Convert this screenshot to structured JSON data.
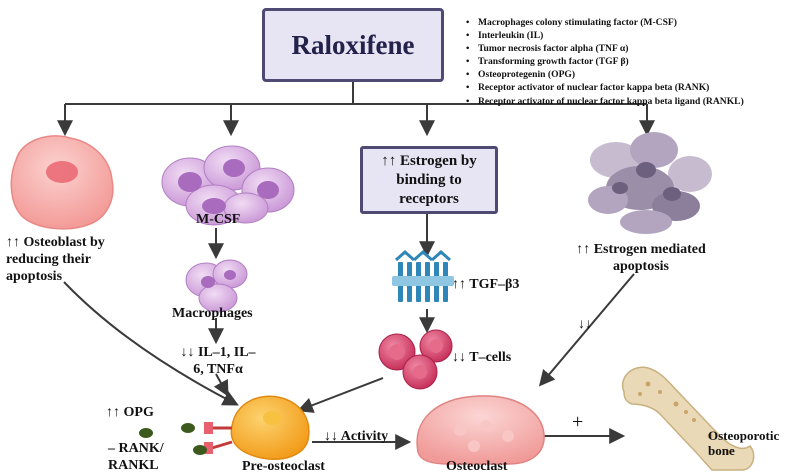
{
  "title": "Raloxifene",
  "legend": [
    "Macrophages colony stimulating factor (M-CSF)",
    "Interleukin (IL)",
    "Tumor necrosis factor alpha (TNF α)",
    "Transforming growth factor (TGF β)",
    "Osteoprotegenin (OPG)",
    "Receptor activator of nuclear factor kappa beta (RANK)",
    "Receptor activator of nuclear factor kappa beta ligand (RANKL)"
  ],
  "estrogen_box": "↑↑ Estrogen by binding to receptors",
  "labels": {
    "osteoblast": "↑↑ Osteoblast by reducing their apoptosis",
    "mcsf": "M-CSF",
    "macrophages": "Macrophages",
    "il": "↓↓ IL–1, IL–6, TNFα",
    "tgf": "↑↑ TGF–β3",
    "tcells": "↓↓ T–cells",
    "estrogen_apoptosis": "↑↑ Estrogen mediated apoptosis",
    "down_arrows": "↓↓",
    "opg": "↑↑ OPG",
    "rank": "– RANK/ RANKL",
    "activity": "↓↓ Activity",
    "pre_osteoclast": "Pre-osteoclast",
    "osteoclast": "Osteoclast",
    "plus": "+",
    "osteoporotic": "Osteoporotic bone"
  },
  "colors": {
    "box_fill": "#e7e4f3",
    "box_border": "#4e4a73",
    "arrow": "#3a3a3a",
    "osteoblast": "#f6a9a6",
    "macrophage": "#dcb5e3",
    "tcell": "#d8406a",
    "receptor": "#2f86b8",
    "apoptotic": "#9a8ea8",
    "preosteoclast": "#f5a623",
    "osteoclast": "#f6b8b6",
    "bone": "#e9d9b7",
    "opg": "#3c5a1e"
  }
}
